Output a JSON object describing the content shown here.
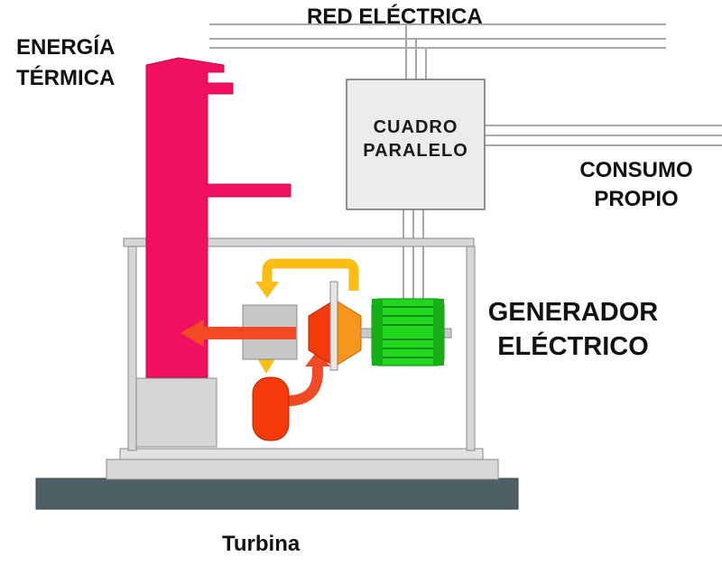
{
  "labels": {
    "red_electrica": "RED ELÉCTRICA",
    "energia_termica_1": "ENERGÍA",
    "energia_termica_2": "TÉRMICA",
    "cuadro_paralelo_1": "CUADRO",
    "cuadro_paralelo_2": "PARALELO",
    "consumo_propio_1": "CONSUMO",
    "consumo_propio_2": "PROPIO",
    "generador_1": "GENERADOR",
    "generador_2": "ELÉCTRICO",
    "turbina": "Turbina"
  },
  "colors": {
    "thermal": "#f0105f",
    "turbine_red": "#f53a0a",
    "turbine_orange": "#f7951c",
    "generator_green": "#1fd81f",
    "flow_yellow": "#fbbd13",
    "flow_red": "#f24a24",
    "frame_gray": "#d6d6d6",
    "base_dark": "#4f5f66",
    "line_gray": "#a8a8a8"
  },
  "icons": [
    "turbine-icon",
    "generator-icon",
    "boiler-icon",
    "arrow-icon"
  ]
}
